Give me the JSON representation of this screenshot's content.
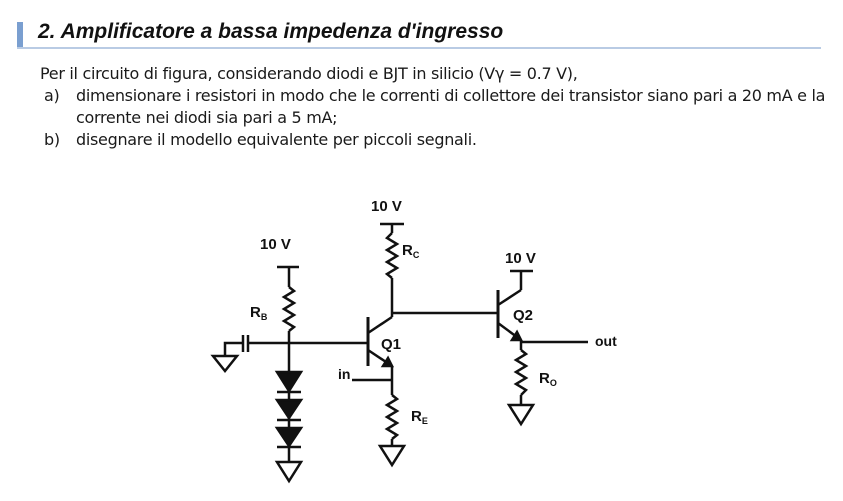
{
  "heading": "2. Amplificatore a bassa impedenza d'ingresso",
  "intro": "Per il circuito di figura, considerando diodi e BJT in silicio (Vγ = 0.7 V),",
  "items": [
    {
      "marker": "a)",
      "text": "dimensionare i resistori in modo che le correnti di collettore dei transistor siano pari a 20 mA e la corrente nei diodi sia pari a 5 mA;"
    },
    {
      "marker": "b)",
      "text": "disegnare il modello equivalente per piccoli segnali."
    }
  ],
  "circuit": {
    "supply_left": "10 V",
    "supply_mid": "10 V",
    "supply_right": "10 V",
    "rb": {
      "main": "R",
      "sub": "B"
    },
    "rc": {
      "main": "R",
      "sub": "C"
    },
    "re": {
      "main": "R",
      "sub": "E"
    },
    "ro": {
      "main": "R",
      "sub": "O"
    },
    "q1": "Q1",
    "q2": "Q2",
    "in": "in",
    "out": "out"
  }
}
